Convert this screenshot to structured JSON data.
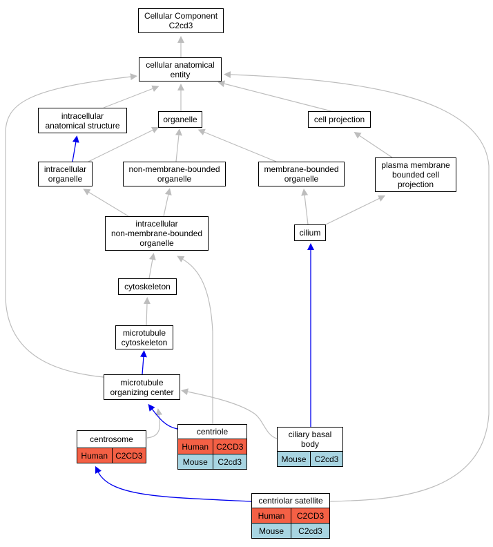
{
  "colors": {
    "is_a": "#bdbdbd",
    "part_of": "#0000ee",
    "human": "#f46045",
    "mouse": "#a8d5e2"
  },
  "nodes": {
    "root": "Cellular Component\nC2cd3",
    "cae": "cellular anatomical\nentity",
    "ias": "intracellular\nanatomical structure",
    "organelle": "organelle",
    "cellproj": "cell projection",
    "intraorg": "intracellular\norganelle",
    "nmbo": "non-membrane-bounded\norganelle",
    "mbo": "membrane-bounded\norganelle",
    "pmbcp": "plasma membrane\nbounded cell\nprojection",
    "inmbo": "intracellular\nnon-membrane-bounded\norganelle",
    "cilium": "cilium",
    "cytoskeleton": "cytoskeleton",
    "mtcyto": "microtubule\ncytoskeleton",
    "mtoc": "microtubule\norganizing center"
  },
  "gene_nodes": {
    "centrosome": {
      "label": "centrosome",
      "rows": [
        {
          "species": "Human",
          "gene": "C2CD3"
        }
      ]
    },
    "centriole": {
      "label": "centriole",
      "rows": [
        {
          "species": "Human",
          "gene": "C2CD3"
        },
        {
          "species": "Mouse",
          "gene": "C2cd3"
        }
      ]
    },
    "cbb": {
      "label": "ciliary basal\nbody",
      "rows": [
        {
          "species": "Mouse",
          "gene": "C2cd3"
        }
      ]
    },
    "satellite": {
      "label": "centriolar satellite",
      "rows": [
        {
          "species": "Human",
          "gene": "C2CD3"
        },
        {
          "species": "Mouse",
          "gene": "C2cd3"
        }
      ]
    }
  }
}
